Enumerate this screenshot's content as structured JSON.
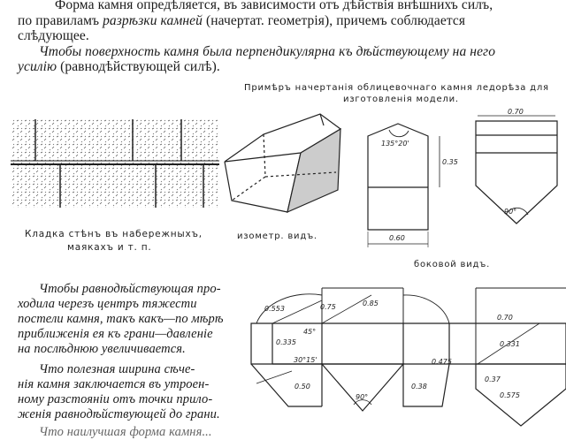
{
  "intro": {
    "line1": "Форма камня опредѣляется, въ зависимости отъ дѣйствія внѣшнихъ силъ,",
    "line2_a": "по правиламъ ",
    "line2_b": "разрѣзки камней",
    "line2_c": " (начертат. геометрія), причемъ соблюдается",
    "line3": "слѣдующее."
  },
  "rule1": {
    "line1": "Чтобы поверхность камня была перпендикулярна къ дѣйствующему на него",
    "line2_a": "усилію",
    "line2_b": " (равнодѣйствующей силѣ)."
  },
  "example_caption": {
    "line1": "Примѣръ начертанія облицевочнаго камня ледорѣза для",
    "line2": "изготовленія модели."
  },
  "figure_captions": {
    "masonry_line1": "Кладка стѣнъ въ набережныхъ,",
    "masonry_line2": "маякахъ и т. п.",
    "isometric": "изометр. видъ.",
    "side": "боковой видъ."
  },
  "dimensions": {
    "top_width": "0.70",
    "height": "0.35",
    "bottom_width": "0.60",
    "angle_top": "135°20'",
    "angle_bottom": "90°",
    "d1": "0.553",
    "d2": "0.75",
    "d3": "0.85",
    "d4": "0.70",
    "d5": "0.335",
    "d6": "0.331",
    "d7": "0.475",
    "d8": "0.50",
    "d9": "0.38",
    "d10": "0.37",
    "d11": "0.575",
    "a1": "45°",
    "a2": "30°15'",
    "a3": "90°"
  },
  "rule2": {
    "l1": "Чтобы равнодѣйствующая про-",
    "l2": "ходила черезъ центръ тяжести",
    "l3": "постели камня, такъ какъ—по мѣрѣ",
    "l4": "приближенія ея къ грани—давленіе",
    "l5": "на послѣднюю увеличивается."
  },
  "rule3": {
    "l1": "Что полезная ширина сѣче-",
    "l2": "нія камня заключается въ утроен-",
    "l3": "ному разстояніи отъ точки прило-",
    "l4": "женія равнодѣйствующей до грани."
  },
  "cut_line": "Что наилучшая форма камня..."
}
